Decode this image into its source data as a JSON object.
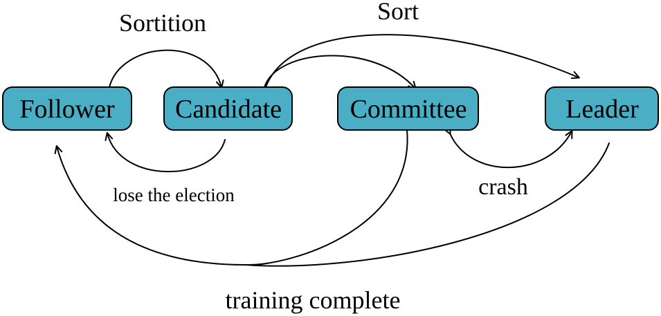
{
  "nodes": {
    "follower": "Follower",
    "candidate": "Candidate",
    "committee": "Committee",
    "leader": "Leader"
  },
  "labels": {
    "sortition": "Sortition",
    "sort": "Sort",
    "lose_election": "lose the election",
    "crash": "crash",
    "training_complete": "training complete"
  },
  "colors": {
    "node_fill": "#4aaec4",
    "stroke": "#000000"
  }
}
